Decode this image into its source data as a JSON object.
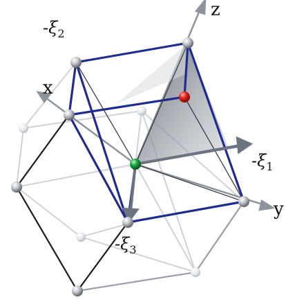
{
  "labels": {
    "axis_z": "z",
    "axis_x": "x",
    "axis_y": "y",
    "xi1_prefix": "-ξ",
    "xi1_sub": "1",
    "xi2_prefix": "-ξ",
    "xi2_sub": "2",
    "xi3_prefix": "-ξ",
    "xi3_sub": "3"
  },
  "colors": {
    "edge_blue": "#1f2b8f",
    "edge_black": "#1a1a1a",
    "edge_faint": "#cfd2d8",
    "axis_gray": "#8e949d",
    "vector_gray": "#6b7480",
    "triangle_fill": "#6f7782",
    "red_sphere": "#e3251b",
    "green_sphere": "#19a63f",
    "node_sphere": "#c9ccd1"
  }
}
